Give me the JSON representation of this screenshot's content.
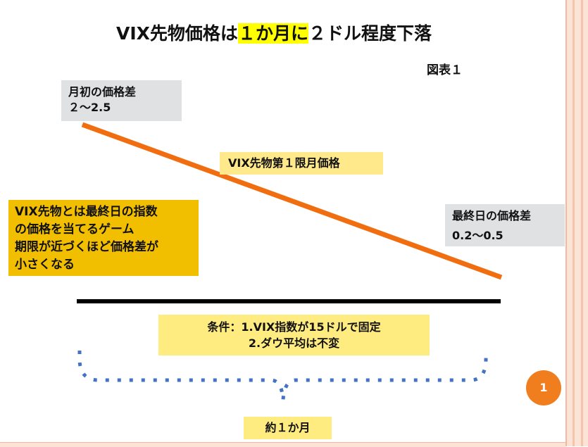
{
  "title": {
    "part1": "VIX先物価格は",
    "highlight": "１か月に",
    "part2": "２ドル程度下落"
  },
  "figure_label": "図表１",
  "start_label": {
    "line1": "月初の価格差",
    "line2": "２〜2.5"
  },
  "end_label": {
    "line1": "最終日の価格差",
    "line2": "0.2〜0.5"
  },
  "series_label": "VIX先物第１限月価格",
  "note": {
    "line1": "VIX先物とは最終日の指数",
    "line2": "の価格を当てるゲーム",
    "line3": "期限が近づくほど価格差が",
    "line4": "小さくなる"
  },
  "conditions": {
    "line1": "条件：1.VIX指数が15ドルで固定",
    "line2": "2.ダウ平均は不変"
  },
  "period_label": "約１か月",
  "page_number": "1",
  "colors": {
    "trend_line": "#f06e10",
    "baseline": "#000000",
    "bracket": "#4472c4",
    "accent_yellow": "#ffff00",
    "badge": "#f07d1e"
  }
}
